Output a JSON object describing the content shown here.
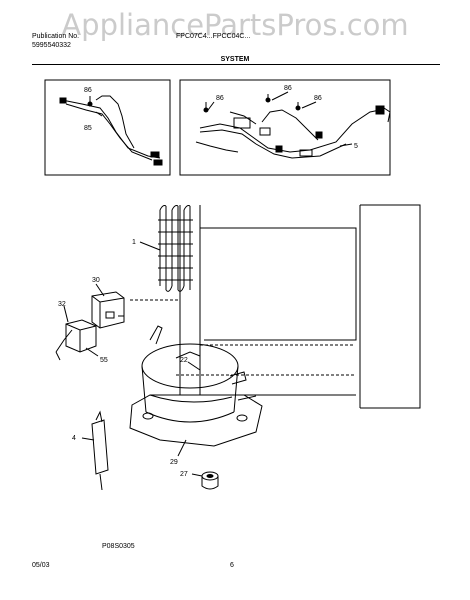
{
  "watermark": "AppliancePartsPros.com",
  "header": {
    "left_line1": "Publication No.",
    "left_line2": "5995540332",
    "center": "FPC07C4...FPCC04C...",
    "section": "SYSTEM"
  },
  "callouts": {
    "c86a": "86",
    "c85": "85",
    "c86b": "86",
    "c86c": "86",
    "c86d": "86",
    "c5": "5",
    "c1": "1",
    "c30": "30",
    "c32": "32",
    "c55": "55",
    "c22": "22",
    "c4": "4",
    "c27": "27",
    "c29": "29"
  },
  "footer": {
    "ref": "P08S0305",
    "date": "05/03",
    "page": "6"
  }
}
